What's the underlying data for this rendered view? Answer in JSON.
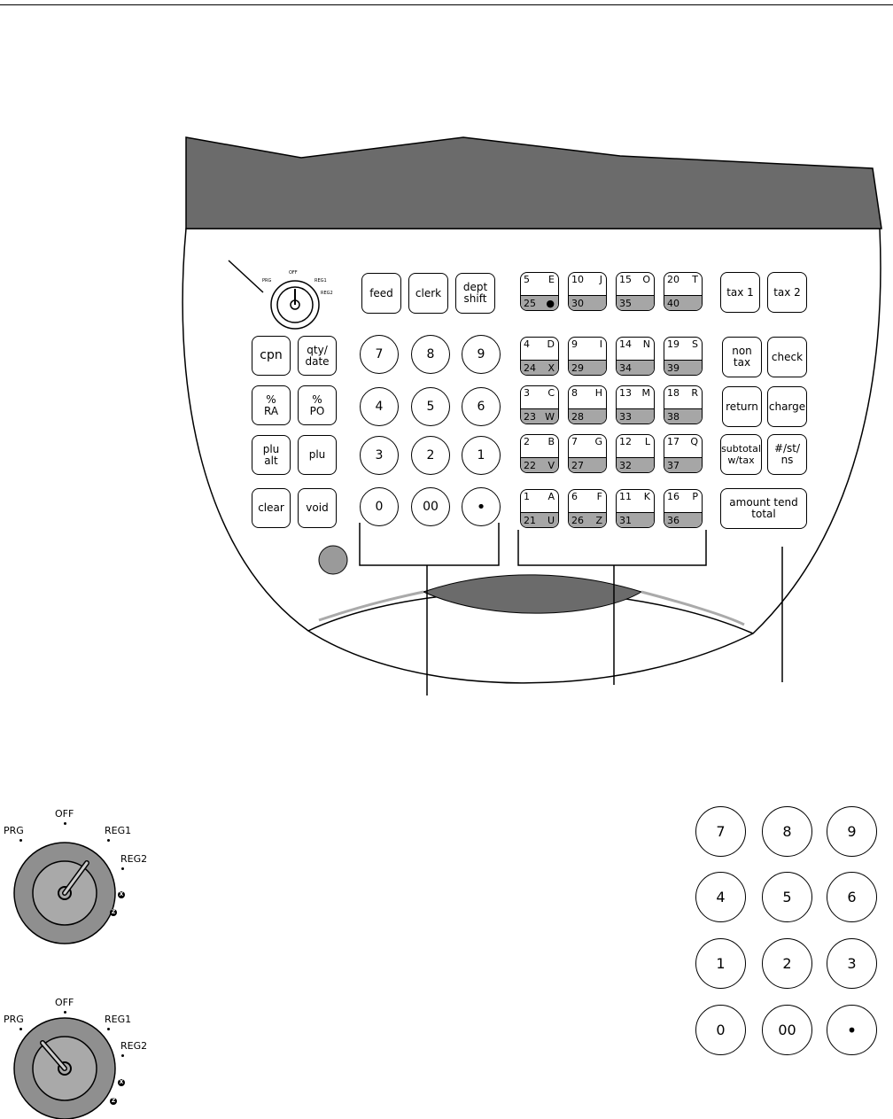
{
  "function_keys": {
    "feed": "feed",
    "clerk": "clerk",
    "dept_shift": "dept\nshift",
    "cpn": "cpn",
    "qty_date": "qty/\ndate",
    "pct_ra": "%\nRA",
    "pct_po": "%\nPO",
    "plu_alt": "plu\nalt",
    "plu": "plu",
    "clear": "clear",
    "void": "void",
    "tax1": "tax 1",
    "tax2": "tax 2",
    "non_tax": "non\ntax",
    "check": "check",
    "return": "return",
    "charge": "charge",
    "subtotal": "subtotal\nw/tax",
    "st_ns": "#/st/\nns",
    "amount_tend": "amount tend\ntotal"
  },
  "numeric_keypad": [
    [
      "7",
      "8",
      "9"
    ],
    [
      "4",
      "5",
      "6"
    ],
    [
      "3",
      "2",
      "1"
    ],
    [
      "0",
      "00",
      "•"
    ]
  ],
  "department_keys": [
    [
      {
        "top": "5",
        "letter": "E",
        "bottom": "25",
        "bottom_letter": "●"
      },
      {
        "top": "10",
        "letter": "J",
        "bottom": "30",
        "bottom_letter": ""
      },
      {
        "top": "15",
        "letter": "O",
        "bottom": "35",
        "bottom_letter": ""
      },
      {
        "top": "20",
        "letter": "T",
        "bottom": "40",
        "bottom_letter": ""
      }
    ],
    [
      {
        "top": "4",
        "letter": "D",
        "bottom": "24",
        "bottom_letter": "X"
      },
      {
        "top": "9",
        "letter": "I",
        "bottom": "29",
        "bottom_letter": ""
      },
      {
        "top": "14",
        "letter": "N",
        "bottom": "34",
        "bottom_letter": ""
      },
      {
        "top": "19",
        "letter": "S",
        "bottom": "39",
        "bottom_letter": ""
      }
    ],
    [
      {
        "top": "3",
        "letter": "C",
        "bottom": "23",
        "bottom_letter": "W"
      },
      {
        "top": "8",
        "letter": "H",
        "bottom": "28",
        "bottom_letter": ""
      },
      {
        "top": "13",
        "letter": "M",
        "bottom": "33",
        "bottom_letter": ""
      },
      {
        "top": "18",
        "letter": "R",
        "bottom": "38",
        "bottom_letter": ""
      }
    ],
    [
      {
        "top": "2",
        "letter": "B",
        "bottom": "22",
        "bottom_letter": "V"
      },
      {
        "top": "7",
        "letter": "G",
        "bottom": "27",
        "bottom_letter": ""
      },
      {
        "top": "12",
        "letter": "L",
        "bottom": "32",
        "bottom_letter": ""
      },
      {
        "top": "17",
        "letter": "Q",
        "bottom": "37",
        "bottom_letter": ""
      }
    ],
    [
      {
        "top": "1",
        "letter": "A",
        "bottom": "21",
        "bottom_letter": "U"
      },
      {
        "top": "6",
        "letter": "F",
        "bottom": "26",
        "bottom_letter": "Z"
      },
      {
        "top": "11",
        "letter": "K",
        "bottom": "31",
        "bottom_letter": ""
      },
      {
        "top": "16",
        "letter": "P",
        "bottom": "36",
        "bottom_letter": ""
      }
    ]
  ],
  "mode_switch": {
    "off": "OFF",
    "prg": "PRG",
    "reg1": "REG1",
    "reg2": "REG2",
    "x": "X",
    "z": "Z"
  },
  "large_keypad": [
    [
      "7",
      "8",
      "9"
    ],
    [
      "4",
      "5",
      "6"
    ],
    [
      "1",
      "2",
      "3"
    ],
    [
      "0",
      "00",
      "•"
    ]
  ],
  "colors": {
    "display_gray": "#6b6b6b",
    "dept_lower": "#a6a6a6",
    "dial_gray": "#9a9a9a"
  }
}
